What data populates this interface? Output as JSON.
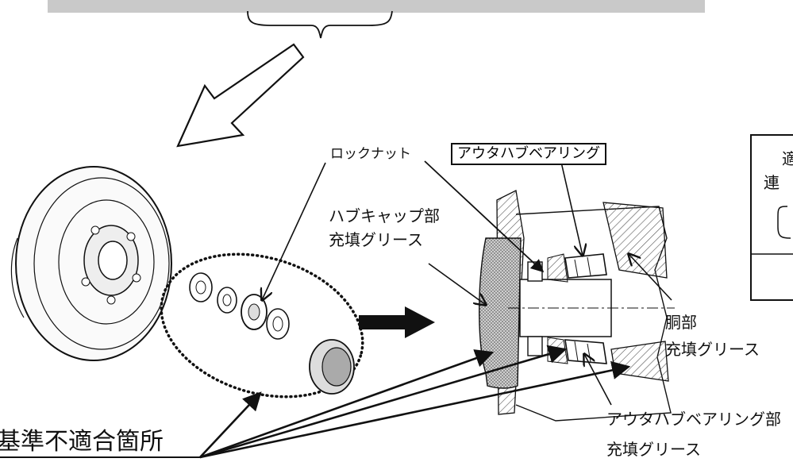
{
  "labels": {
    "lock_nut": "ロックナット",
    "outer_hub_bearing": "アウタハブベアリング",
    "hub_cap_line1": "ハブキャップ部",
    "hub_cap_line2": "充填グリース",
    "body_line1": "胴部",
    "body_line2": "充填グリース",
    "outer_bearing_line1": "アウタハブベアリング部",
    "outer_bearing_line2": "充填グリース",
    "nonconforming": "基準不適合箇所",
    "side_box_line1": "適",
    "side_box_line2": "連"
  },
  "colors": {
    "stroke": "#111111",
    "hatch": "#777777",
    "grease": "#b9b9b9",
    "banner": "#c9c9c9"
  }
}
